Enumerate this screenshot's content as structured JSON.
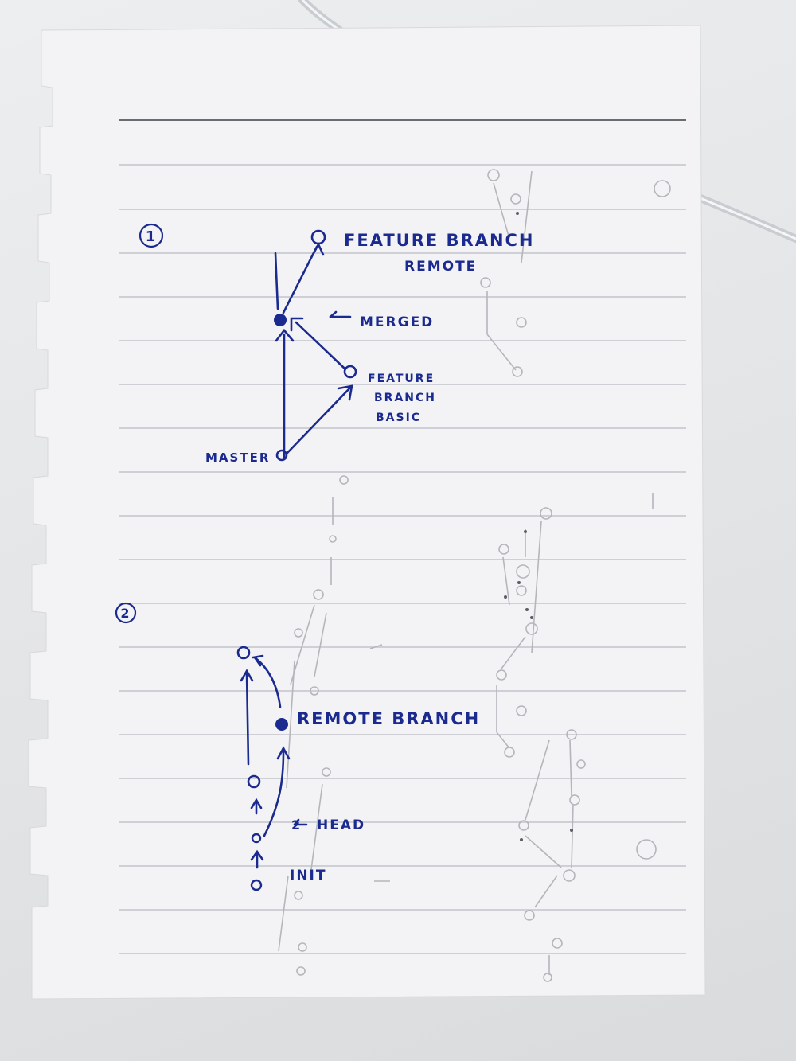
{
  "diagram1": {
    "number": "1",
    "labels": {
      "feature_remote_line1": "FEATURE BRANCH",
      "feature_remote_line2": "REMOTE",
      "merged": "MERGED",
      "feature_basic_line1": "FEATURE",
      "feature_basic_line2": "BRANCH",
      "feature_basic_line3": "BASIC",
      "master": "MASTER"
    }
  },
  "diagram2": {
    "number": "2",
    "labels": {
      "remote_branch": "REMOTE BRANCH",
      "step_two": "2",
      "head": "HEAD",
      "init": "INIT"
    }
  },
  "colors": {
    "ink": "#1b2a8f",
    "paper": "#f3f3f5",
    "rule": "#b9bcc4",
    "ghost": "#b4b6bc",
    "background": "#e2e4e6"
  }
}
